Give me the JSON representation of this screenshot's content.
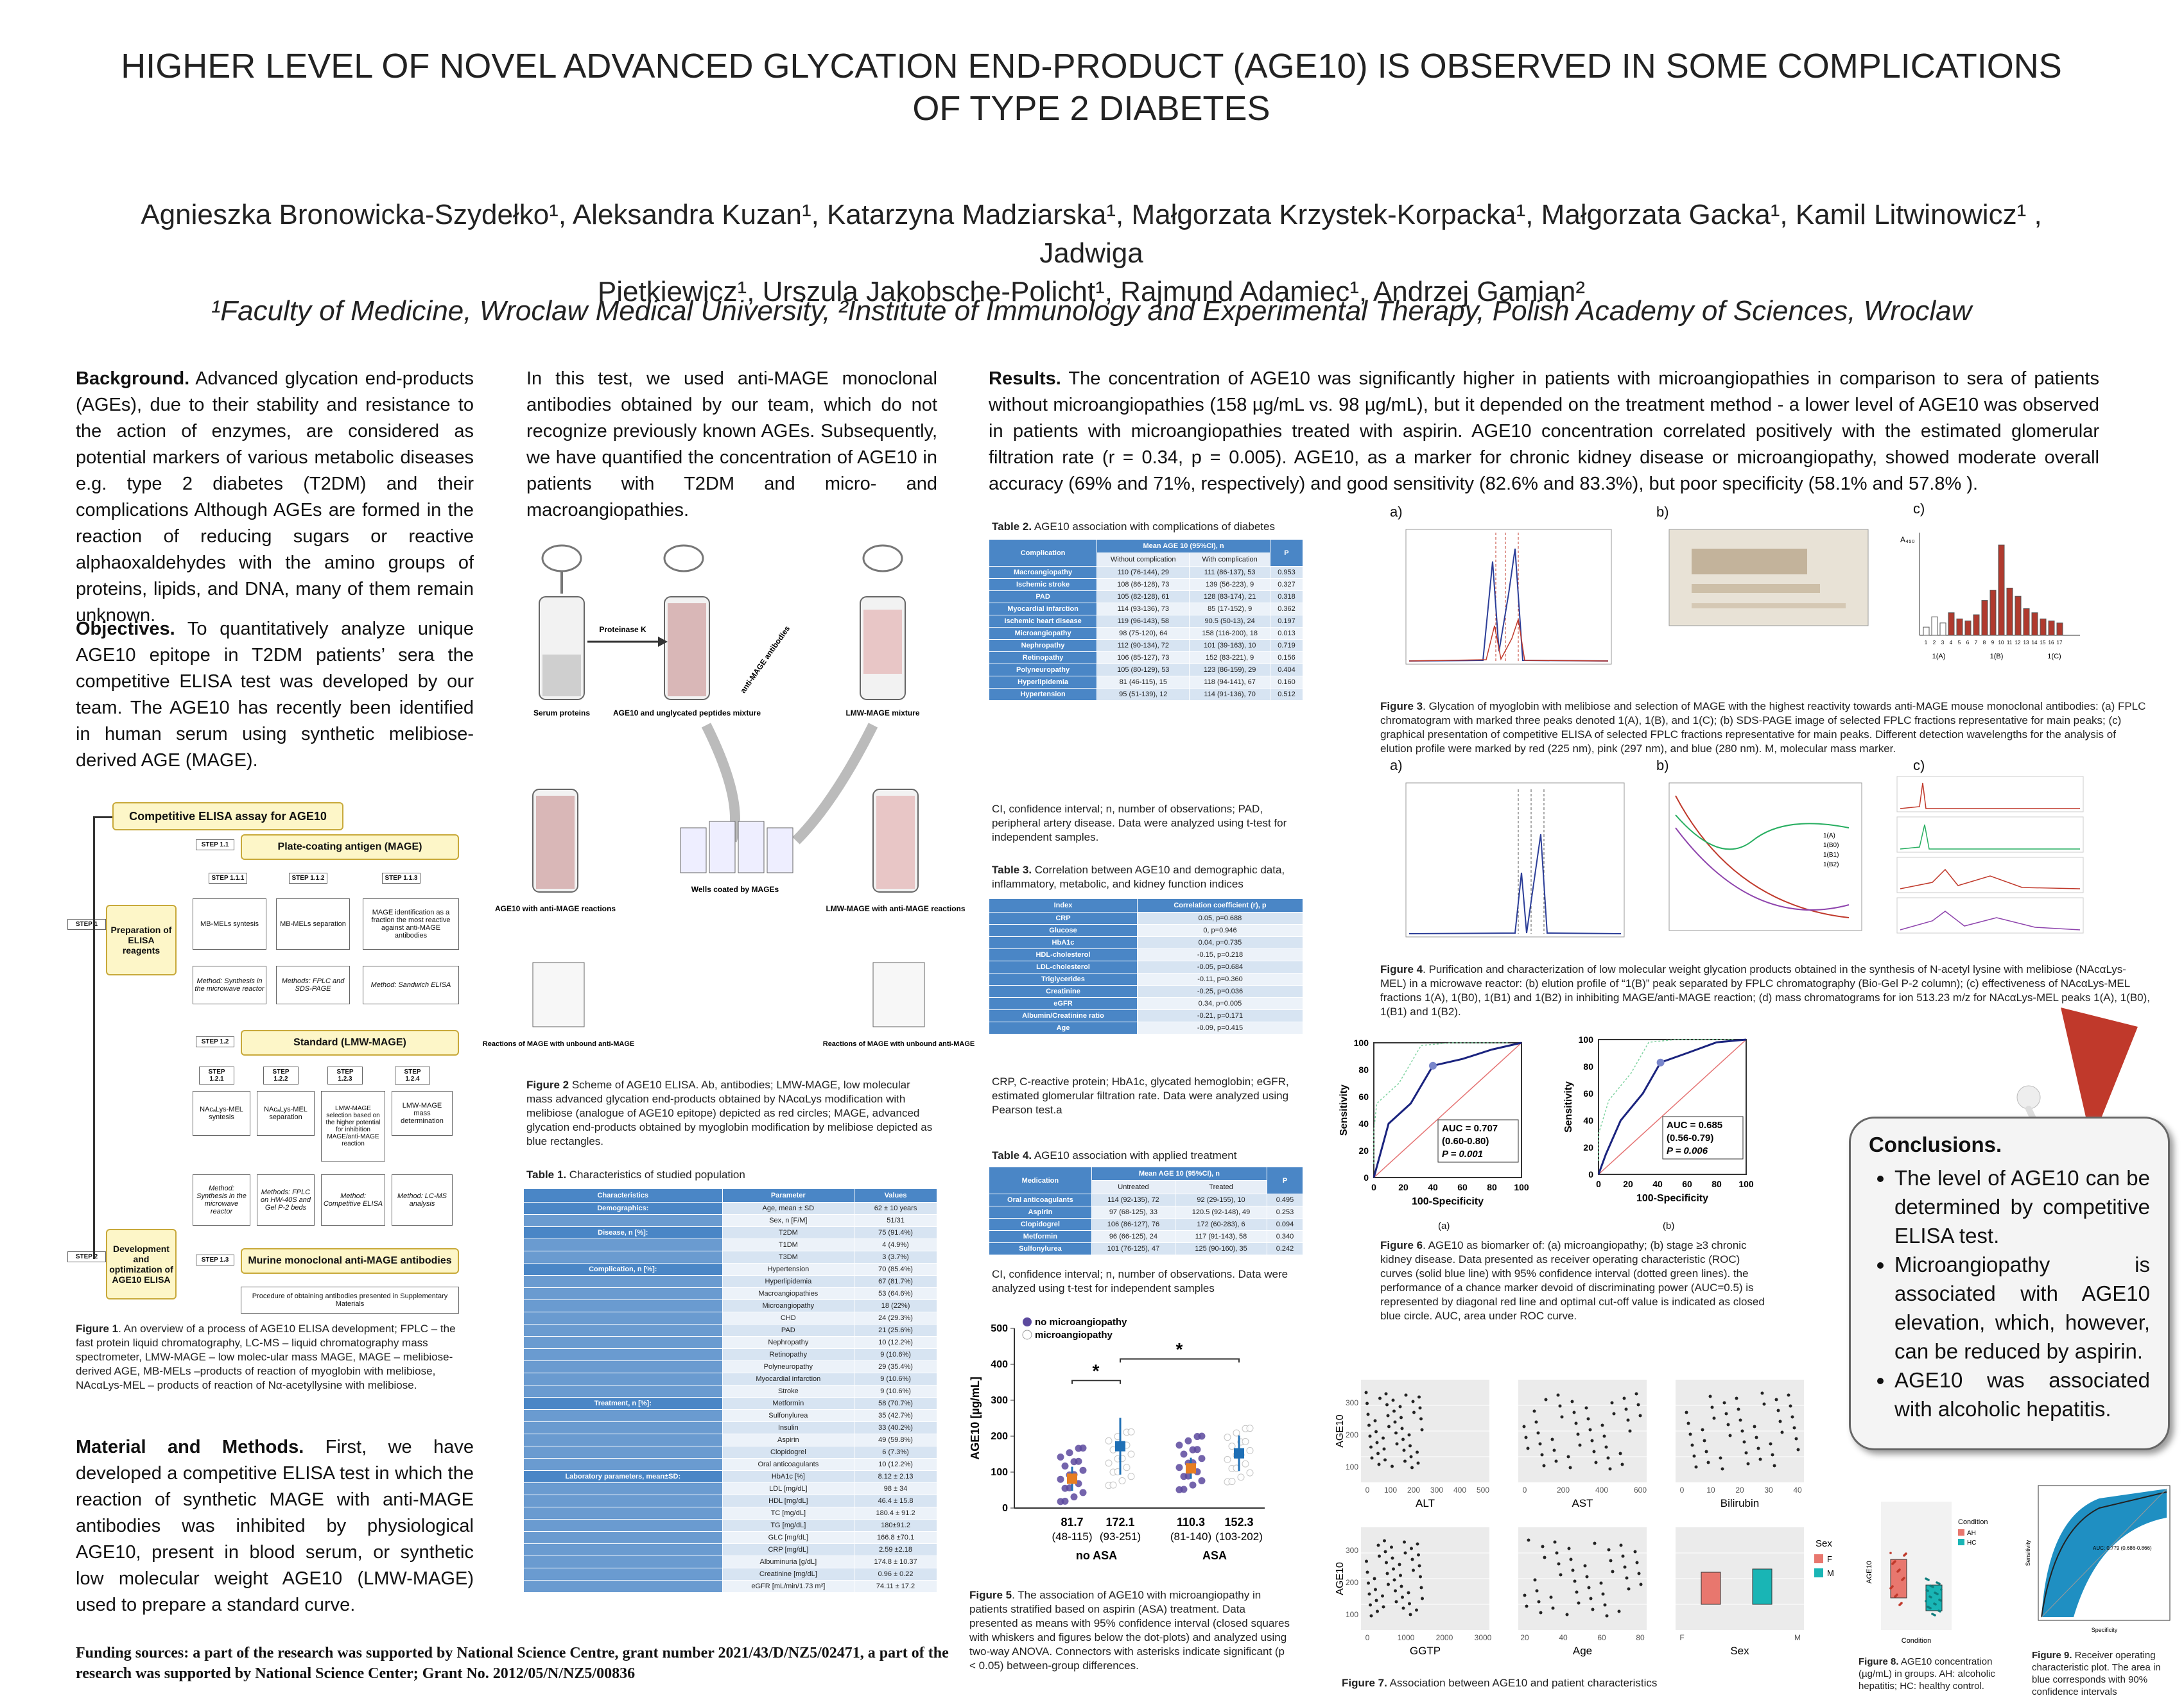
{
  "title": "HIGHER LEVEL OF NOVEL ADVANCED GLYCATION END-PRODUCT (AGE10) IS OBSERVED IN SOME COMPLICATIONS OF TYPE 2 DIABETES",
  "authors_line1": "Agnieszka Bronowicka-Szydełko¹, Aleksandra Kuzan¹, Katarzyna Madziarska¹, Małgorzata Krzystek-Korpacka¹, Małgorzata Gacka¹, Kamil Litwinowicz¹ , Jadwiga",
  "authors_line2": "Pietkiewicz¹, Urszula Jakobsche-Policht¹, Rajmund Adamiec¹, Andrzej Gamian²",
  "affiliation": "¹Faculty of Medicine, Wroclaw Medical University, ²Institute of Immunology and Experimental Therapy, Polish Academy of Sciences, Wroclaw",
  "background": {
    "heading": "Background.",
    "text": " Advanced glycation end-products (AGEs), due to their stability and resistance to the action of enzymes, are considered as potential markers of various metabolic diseases e.g. type 2 diabetes (T2DM) and their complications Although AGEs are formed in the reaction of reducing sugars or reactive alphaoxaldehydes with the amino groups of proteins, lipids, and DNA, many of them remain unknown."
  },
  "objectives": {
    "heading": "Objectives.",
    "text": " To quantitatively analyze unique AGE10 epitope in T2DM patients’ sera the competitive ELISA test was developed by our team. The AGE10 has recently been identified in human serum using synthetic melibiose-derived AGE (MAGE)."
  },
  "methods": {
    "heading": "Material and Methods.",
    "text": " First, we have developed a competitive ELISA test in which the reaction of synthetic MAGE with anti-MAGE antibodies was inhibited by physiological AGE10, present in blood serum, or synthetic low molecular weight AGE10 (LMW-MAGE) used to prepare a standard curve."
  },
  "column2_text": "In this test, we used anti-MAGE monoclonal antibodies obtained by our team, which do not recognize previously known AGEs. Subsequently, we have quantified the concentration of AGE10 in patients with T2DM and micro- and macroangiopathies.",
  "results": {
    "heading": "Results.",
    "text": " The concentration of AGE10 was significantly higher in patients with microangiopathies in comparison to sera of patients without microangiopathies (158 µg/mL vs. 98 µg/mL), but it depended on the treatment method - a lower level of AGE10 was observed in patients with microangiopathies treated with aspirin. AGE10 concentration correlated positively with the estimated glomerular filtration rate (r = 0.34, p = 0.005). AGE10, as a marker for chronic kidney disease or microangiopathy, showed moderate overall accuracy (69% and 71%, respectively) and good sensitivity (82.6% and 83.3%), but poor specificity (58.1% and 57.8% )."
  },
  "flow": {
    "head": "Competitive ELISA assay for AGE10",
    "step1_label": "STEP 1",
    "step1_box": "Preparation of ELISA reagents",
    "step2_label": "STEP 2",
    "step2_box": "Development and optimization of AGE10 ELISA",
    "s11": "STEP 1.1",
    "s11_title": "Plate-coating antigen (MAGE)",
    "s111": "STEP 1.1.1",
    "s112": "STEP 1.1.2",
    "s113": "STEP 1.1.3",
    "d111": "MB-MELs syntesis",
    "d112": "MB-MELs separation",
    "d113": "MAGE identification as a fraction the most reactive against anti-MAGE antibodies",
    "m111": "Method: Synthesis in the microwave reactor",
    "m112": "Methods: FPLC and SDS-PAGE",
    "m113": "Method: Sandwich ELISA",
    "s12": "STEP 1.2",
    "s12_title": "Standard (LMW-MAGE)",
    "s121": "STEP 1.2.1",
    "s122": "STEP 1.2.2",
    "s123": "STEP 1.2.3",
    "s124": "STEP 1.2.4",
    "d121": "NAcₐLys-MEL syntesis",
    "d122": "NAcₐLys-MEL separation",
    "d123": "LMW-MAGE selection based on the higher potential for inhibition MAGE/anti-MAGE reaction",
    "d124": "LMW-MAGE mass determination",
    "m121": "Method: Synthesis in the microwave reactor",
    "m122": "Methods: FPLC on HW-40S and Gel P-2 beds",
    "m123": "Method: Competitive ELISA",
    "m124": "Method: LC-MS analysis",
    "s13": "STEP 1.3",
    "s13_title": "Murine monoclonal anti-MAGE antibodies",
    "s13_detail": "Procedure of obtaining antibodies presented in Supplementary Materials"
  },
  "fig1_caption": {
    "label": "Figure 1",
    "text": ". An overview of a process of AGE10 ELISA development; FPLC – the fast protein liquid chromatography, LC-MS – liquid chromatography mass spectrometer, LMW-MAGE – low molec-ular mass MAGE, MAGE – melibiose-derived AGE, MB-MELs –products of reaction of myoglobin with melibiose, NAcαLys-MEL – products of reaction of Nα-acetyllysine with melibiose."
  },
  "fig2": {
    "labels": [
      "Proteinase K",
      "Serum proteins",
      "AGE10 and unglycated peptides mixture",
      "LMW-MAGE mixture",
      "anti-MAGE antibodies",
      "Wells coated by MAGEs",
      "AGE10 with anti-MAGE reactions",
      "LMW-MAGE with anti-MAGE reactions",
      "Reactions of MAGE with unbound anti-MAGE",
      "Reactions of MAGE with unbound anti-MAGE"
    ],
    "caption_label": "Figure 2",
    "caption": " Scheme of AGE10 ELISA. Ab, antibodies; LMW-MAGE, low molecular mass advanced glycation end-products obtained by NAcαLys modification with melibiose (analogue of AGE10 epitope) depicted as red circles; MAGE, advanced glycation end-products obtained by myoglobin modification by melibiose depicted as blue rectangles."
  },
  "table1": {
    "title_label": "Table 1.",
    "title": " Characteristics of studied population",
    "headers": [
      "Characteristics",
      "Parameter",
      "Values"
    ],
    "rows": [
      [
        "Demographics:",
        "Age, mean ± SD",
        "62 ± 10 years"
      ],
      [
        "",
        "Sex, n [F/M]",
        "51/31"
      ],
      [
        "Disease, n [%]:",
        "T2DM",
        "75 (91.4%)"
      ],
      [
        "",
        "T1DM",
        "4 (4.9%)"
      ],
      [
        "",
        "T3DM",
        "3 (3.7%)"
      ],
      [
        "Complication, n [%]:",
        "Hypertension",
        "70 (85.4%)"
      ],
      [
        "",
        "Hyperlipidemia",
        "67 (81.7%)"
      ],
      [
        "",
        "Macroangiopathies",
        "53 (64.6%)"
      ],
      [
        "",
        "Microangiopathy",
        "18 (22%)"
      ],
      [
        "",
        "CHD",
        "24 (29.3%)"
      ],
      [
        "",
        "PAD",
        "21 (25.6%)"
      ],
      [
        "",
        "Nephropathy",
        "10 (12.2%)"
      ],
      [
        "",
        "Retinopathy",
        "9 (10.6%)"
      ],
      [
        "",
        "Polyneuropathy",
        "29 (35.4%)"
      ],
      [
        "",
        "Myocardial infarction",
        "9 (10.6%)"
      ],
      [
        "",
        "Stroke",
        "9 (10.6%)"
      ],
      [
        "Treatment, n [%]:",
        "Metformin",
        "58 (70.7%)"
      ],
      [
        "",
        "Sulfonylurea",
        "35 (42.7%)"
      ],
      [
        "",
        "Insulin",
        "33 (40.2%)"
      ],
      [
        "",
        "Aspirin",
        "49 (59.8%)"
      ],
      [
        "",
        "Clopidogrel",
        "6 (7.3%)"
      ],
      [
        "",
        "Oral anticoagulants",
        "10 (12.2%)"
      ],
      [
        "Laboratory parameters, mean±SD:",
        "HbA1c [%]",
        "8.12 ± 2.13"
      ],
      [
        "",
        "LDL [mg/dL]",
        "98 ± 34"
      ],
      [
        "",
        "HDL [mg/dL]",
        "46.4 ± 15.8"
      ],
      [
        "",
        "TC [mg/dL]",
        "180.4 ± 91.2"
      ],
      [
        "",
        "TG [mg/dL]",
        "180±91.2"
      ],
      [
        "",
        "GLC [mg/dL]",
        "166.8 ±70.1"
      ],
      [
        "",
        "CRP [mg/dL]",
        "2.59 ±2.18"
      ],
      [
        "",
        "Albuminuria [g/dL]",
        "174.8 ± 10.37"
      ],
      [
        "",
        "Creatinine [mg/dL]",
        "0.96 ± 0.22"
      ],
      [
        "",
        "eGFR [mL/min/1.73 m²]",
        "74.11 ± 17.2"
      ]
    ]
  },
  "table2": {
    "title_label": "Table 2.",
    "title": " AGE10 association with complications of diabetes",
    "h_complication": "Complication",
    "h_mean": "Mean AGE 10 (95%CI), n",
    "h_without": "Without complication",
    "h_with": "With complication",
    "h_p": "P",
    "rows": [
      [
        "Macroangiopathy",
        "110 (76-144), 29",
        "111 (86-137), 53",
        "0.953"
      ],
      [
        "Ischemic stroke",
        "108 (86-128), 73",
        "139 (56-223), 9",
        "0.327"
      ],
      [
        "PAD",
        "105 (82-128), 61",
        "128 (83-174), 21",
        "0.318"
      ],
      [
        "Myocardial infarction",
        "114 (93-136), 73",
        "85 (17-152), 9",
        "0.362"
      ],
      [
        "Ischemic heart disease",
        "119 (96-143), 58",
        "90.5 (50-13), 24",
        "0.197"
      ],
      [
        "Microangiopathy",
        "98 (75-120), 64",
        "158 (116-200), 18",
        "0.013"
      ],
      [
        "Nephropathy",
        "112 (90-134), 72",
        "101 (39-163), 10",
        "0.719"
      ],
      [
        "Retinopathy",
        "106 (85-127), 73",
        "152 (83-221), 9",
        "0.156"
      ],
      [
        "Polyneuropathy",
        "105 (80-129), 53",
        "123 (86-159), 29",
        "0.404"
      ],
      [
        "Hyperlipidemia",
        "81 (46-115), 15",
        "118 (94-141), 67",
        "0.160"
      ],
      [
        "Hypertension",
        "95 (51-139), 12",
        "114 (91-136), 70",
        "0.512"
      ]
    ],
    "caption": "CI, confidence interval; n, number of observations; PAD, peripheral artery disease. Data were analyzed using t-test for independent samples."
  },
  "table3": {
    "title_label": "Table 3.",
    "title": " Correlation between AGE10 and demographic data, inflammatory, metabolic, and kidney function indices",
    "headers": [
      "Index",
      "Correlation coefficient (r), p"
    ],
    "rows": [
      [
        "CRP",
        "0.05, p=0.688"
      ],
      [
        "Glucose",
        "0, p=0.946"
      ],
      [
        "HbA1c",
        "0.04, p=0.735"
      ],
      [
        "HDL-cholesterol",
        "-0.15, p=0.218"
      ],
      [
        "LDL-cholesterol",
        "-0.05, p=0.684"
      ],
      [
        "Triglycerides",
        "-0.11, p=0.360"
      ],
      [
        "Creatinine",
        "-0.25, p=0.036"
      ],
      [
        "eGFR",
        "0.34, p=0.005"
      ],
      [
        "Albumin/Creatinine ratio",
        "-0.21, p=0.171"
      ],
      [
        "Age",
        "-0.09, p=0.415"
      ]
    ],
    "caption": "CRP, C-reactive protein; HbA1c, glycated hemoglobin; eGFR, estimated glomerular filtration rate. Data were analyzed using Pearson test.a"
  },
  "table4": {
    "title_label": "Table 4.",
    "title": " AGE10 association with applied treatment",
    "h_med": "Medication",
    "h_mean": "Mean AGE 10 (95%CI), n",
    "h_un": "Untreated",
    "h_tr": "Treated",
    "h_p": "P",
    "rows": [
      [
        "Oral anticoagulants",
        "114 (92-135), 72",
        "92 (29-155), 10",
        "0.495"
      ],
      [
        "Aspirin",
        "97 (68-125), 33",
        "120.5 (92-148), 49",
        "0.253"
      ],
      [
        "Clopidogrel",
        "106 (86-127), 76",
        "172 (60-283), 6",
        "0.094"
      ],
      [
        "Metformin",
        "96 (66-125), 24",
        "117 (91-143), 58",
        "0.340"
      ],
      [
        "Sulfonylurea",
        "101 (76-125), 47",
        "125 (90-160), 35",
        "0.242"
      ]
    ],
    "caption": "CI, confidence interval; n, number of observations. Data were analyzed using t-test for independent samples"
  },
  "chart_data": [
    {
      "type": "scatter",
      "ylabel": "AGE10 [µg/mL]",
      "ylim": [
        0,
        500
      ],
      "yticks": [
        "0",
        "100",
        "200",
        "300",
        "400",
        "500"
      ],
      "legend": [
        "no microangiopathy",
        "microangiopathy"
      ],
      "groups": [
        "no ASA",
        "ASA"
      ],
      "series": [
        {
          "name": "no microangiopathy",
          "group": "no ASA",
          "mean": 81.7,
          "ci": [
            48,
            115
          ],
          "mean_label": "81.7",
          "ci_label": "(48-115)"
        },
        {
          "name": "microangiopathy",
          "group": "no ASA",
          "mean": 172.1,
          "ci": [
            93,
            251
          ],
          "mean_label": "172.1",
          "ci_label": "(93-251)"
        },
        {
          "name": "no microangiopathy",
          "group": "ASA",
          "mean": 110.3,
          "ci": [
            81,
            140
          ],
          "mean_label": "110.3",
          "ci_label": "(81-140)"
        },
        {
          "name": "microangiopathy",
          "group": "ASA",
          "mean": 152.3,
          "ci": [
            103,
            202
          ],
          "mean_label": "152.3",
          "ci_label": "(103-202)"
        }
      ],
      "significance": [
        "*",
        "*"
      ]
    },
    {
      "type": "line",
      "xlabel": "100-Specificity",
      "ylabel": "Sensitivity",
      "ticks": [
        "0",
        "20",
        "40",
        "60",
        "80",
        "100"
      ],
      "auc": "AUC = 0.707",
      "ci": "(0.60-0.80)",
      "p": "P = 0.001",
      "panel": "(a)"
    },
    {
      "type": "line",
      "xlabel": "100-Specificity",
      "ylabel": "Sensitivity",
      "ticks": [
        "0",
        "20",
        "40",
        "60",
        "80",
        "100"
      ],
      "auc": "AUC = 0.685",
      "ci": "(0.56-0.79)",
      "p": "P = 0.006",
      "panel": "(b)"
    }
  ],
  "fig3": {
    "a": "a)",
    "b": "b)",
    "c": "c)",
    "ylabel_c": "A₄₅₀",
    "c_ticks": [
      "1",
      "2",
      "3",
      "4",
      "5",
      "6",
      "7",
      "8",
      "9",
      "10",
      "11",
      "12",
      "13",
      "14",
      "15",
      "16",
      "17"
    ],
    "c_values": [
      0.2,
      0.45,
      0.3,
      0.55,
      0.4,
      0.35,
      0.5,
      0.85,
      1.1,
      2.2,
      1.15,
      0.95,
      0.65,
      0.55,
      0.4,
      0.35,
      0.3
    ],
    "c_groups": [
      "1(A)",
      "1(B)",
      "1(C)"
    ],
    "caption_label": "Figure 3",
    "caption": ". Glycation of myoglobin with melibiose and selection of MAGE with the highest reactivity towards anti-MAGE mouse monoclonal antibodies: (a) FPLC chromatogram with marked three peaks denoted 1(A), 1(B), and 1(C); (b) SDS-PAGE image of selected FPLC fractions representative for main peaks; (c) graphical presentation of competitive ELISA of selected FPLC fractions representative for main peaks. Different detection wavelengths for the analysis of elution profile were marked by red (225 nm), pink (297 nm), and blue (280 nm). M, molecular mass marker."
  },
  "fig4": {
    "a": "a)",
    "b": "b)",
    "c": "c)",
    "legend": [
      "1(A)",
      "1(B0)",
      "1(B1)",
      "1(B2)"
    ],
    "caption_label": "Figure 4",
    "caption": ". Purification and characterization of low molecular weight glycation products obtained in the synthesis of N-acetyl lysine with melibiose (NAcαLys-MEL) in a microwave reactor: (b) elution profile of “1(B)” peak separated by FPLC chromatography (Bio-Gel P-2 column); (c) effectiveness of NAcαLys-MEL fractions 1(A), 1(B0), 1(B1) and 1(B2) in inhibiting MAGE/anti-MAGE reaction; (d) mass chromatograms for ion 513.23 m/z for NAcαLys-MEL peaks 1(A), 1(B0), 1(B1) and 1(B2)."
  },
  "fig5": {
    "caption_label": "Figure 5",
    "caption": ". The association of AGE10 with microangiopathy in patients stratified based on aspirin (ASA) treatment. Data presented as means with 95% confidence interval (closed squares with whiskers and figures below the dot-plots) and analyzed using two-way ANOVA. Connectors with asterisks indicate significant (p < 0.05) between-group differences."
  },
  "fig6": {
    "caption_label": "Figure 6",
    "caption": ". AGE10 as biomarker of: (a) microangiopathy; (b) stage ≥3 chronic kidney disease. Data presented as receiver operating characteristic (ROC) curves (solid blue line) with 95% confidence interval (dotted green lines). the performance of a chance marker devoid of discriminating power (AUC=0.5) is represented by diagonal red line and optimal cut-off value is indicated as closed blue circle. AUC, area under ROC curve."
  },
  "fig7": {
    "ylabel": "AGE10",
    "panels": [
      {
        "xlabel": "ALT",
        "ticks": [
          "0",
          "100",
          "200",
          "300",
          "400",
          "500"
        ]
      },
      {
        "xlabel": "AST",
        "ticks": [
          "0",
          "200",
          "400",
          "600"
        ]
      },
      {
        "xlabel": "Bilirubin",
        "ticks": [
          "0",
          "10",
          "20",
          "30",
          "40"
        ]
      },
      {
        "xlabel": "GGTP",
        "ticks": [
          "0",
          "1000",
          "2000",
          "3000"
        ]
      },
      {
        "xlabel": "Age",
        "ticks": [
          "20",
          "40",
          "60",
          "80"
        ]
      },
      {
        "xlabel": "Sex",
        "ticks": [
          "F",
          "M"
        ]
      }
    ],
    "yticks": [
      "100",
      "200",
      "300"
    ],
    "legend_title": "Sex",
    "legend": [
      "F",
      "M"
    ],
    "caption_label": "Figure 7.",
    "caption": " Association between AGE10 and patient characteristics"
  },
  "fig8": {
    "legend_title": "Condition",
    "legend": [
      "AH",
      "HC"
    ],
    "xlabel": "Condition",
    "ylabel": "AGE10",
    "caption_label": "Figure 8.",
    "caption": " AGE10 concentration (µg/mL) in groups. AH: alcoholic hepatitis; HC: healthy control."
  },
  "fig9": {
    "auc": "AUC: 0.779 (0.686-0.866)",
    "xlabel": "Specificity",
    "ylabel": "Sensitivity",
    "caption_label": "Figure 9.",
    "caption": " Receiver operating characteristic plot. The area in blue corresponds with 90% confidence intervals"
  },
  "conclusions": {
    "heading": "Conclusions.",
    "items": [
      "The level of AGE10 can be determined by competitive ELISA test.",
      "Microangiopathy is associated with AGE10 elevation, which, however, can be reduced by aspirin.",
      "AGE10 was associated with alcoholic hepatitis."
    ]
  },
  "funding": "Funding sources: a part of the research was supported by National Science Centre, grant number 2021/43/D/NZ5/02471, a part of the research was supported by National Science Center; Grant No. 2012/05/N/NZ5/00836",
  "colors": {
    "table_blue": "#4a86c6",
    "flow_green": "#7a9e3a",
    "exclaim_red": "#c0392b",
    "roc_blue": "#1a237e"
  }
}
